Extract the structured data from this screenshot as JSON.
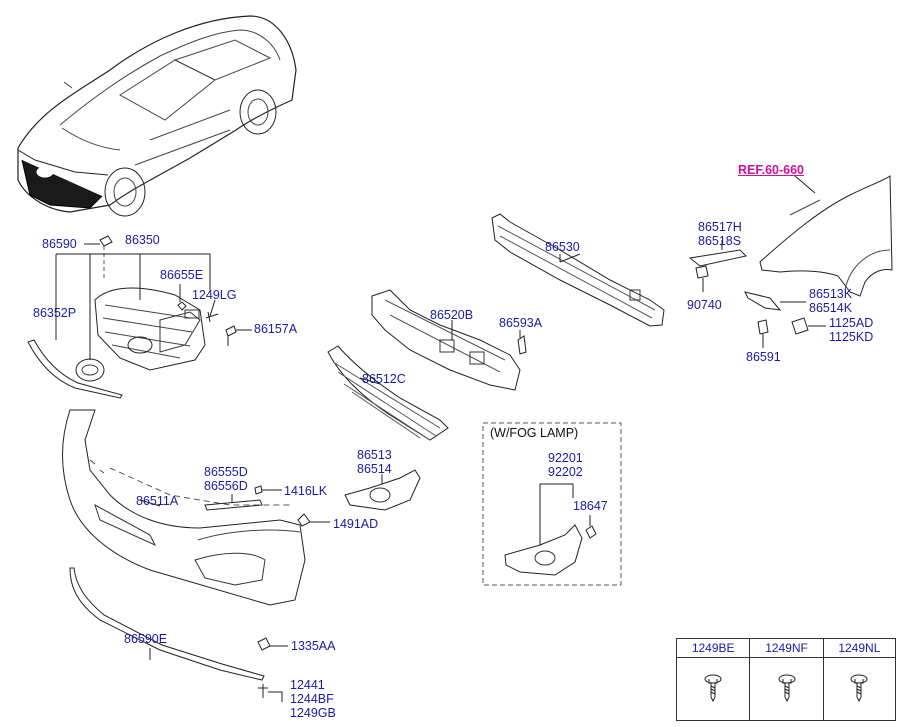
{
  "reference": "REF.60-660",
  "fog_lamp_note": "(W/FOG LAMP)",
  "part_labels": {
    "p86590": "86590",
    "p86350": "86350",
    "p86655E": "86655E",
    "p1249LG": "1249LG",
    "p86352P": "86352P",
    "p86157A": "86157A",
    "p86530": "86530",
    "p86520B": "86520B",
    "p86593A": "86593A",
    "p86512C": "86512C",
    "p86517H": "86517H",
    "p86518S": "86518S",
    "p90740": "90740",
    "p86513K": "86513K",
    "p86514K": "86514K",
    "p1125AD": "1125AD",
    "p1125KD": "1125KD",
    "p86591": "86591",
    "p86555D": "86555D",
    "p86556D": "86556D",
    "p1416LK": "1416LK",
    "p86511A": "86511A",
    "p1491AD": "1491AD",
    "p86513": "86513",
    "p86514": "86514",
    "p92201": "92201",
    "p92202": "92202",
    "p18647": "18647",
    "p86590E": "86590E",
    "p1335AA": "1335AA",
    "p12441": "12441",
    "p1244BF": "1244BF",
    "p1249GB": "1249GB"
  },
  "fastener_table": {
    "headers": [
      "1249BE",
      "1249NF",
      "1249NL"
    ],
    "icons": [
      "screw-icon",
      "screw-icon",
      "screw-icon"
    ]
  }
}
